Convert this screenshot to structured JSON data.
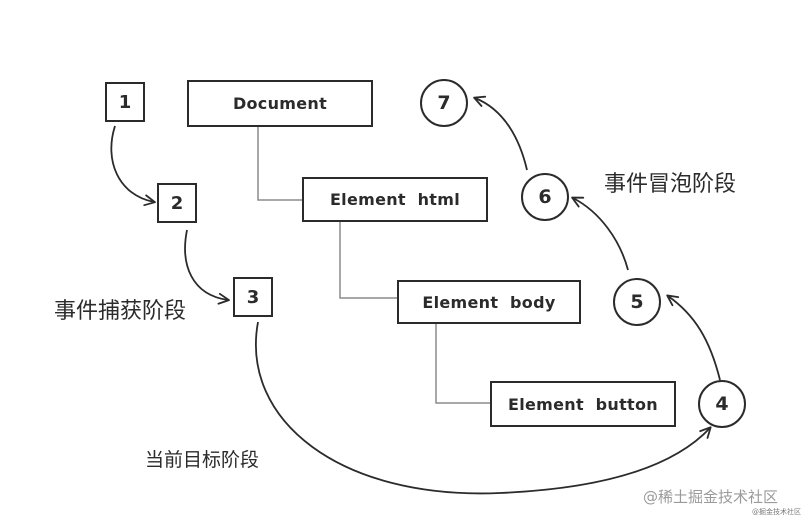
{
  "capture": {
    "steps": [
      "1",
      "2",
      "3"
    ],
    "label": "事件捕获阶段"
  },
  "target": {
    "step": "4",
    "label": "当前目标阶段"
  },
  "bubble": {
    "steps": [
      "5",
      "6",
      "7"
    ],
    "label": "事件冒泡阶段"
  },
  "dom_tree": {
    "nodes": [
      "Document",
      "Element  html",
      "Element  body",
      "Element  button"
    ]
  },
  "watermark": {
    "text": "@稀土掘金技术社区",
    "small": "@掘金技术社区"
  }
}
